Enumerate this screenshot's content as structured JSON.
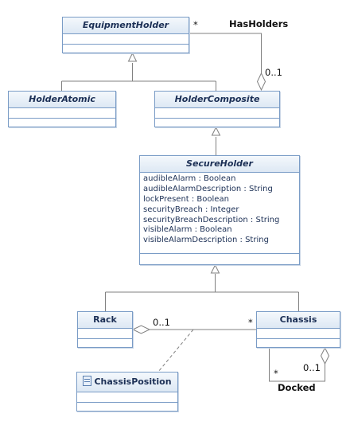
{
  "classes": {
    "equipment_holder": {
      "name": "EquipmentHolder"
    },
    "holder_atomic": {
      "name": "HolderAtomic"
    },
    "holder_composite": {
      "name": "HolderComposite"
    },
    "secure_holder": {
      "name": "SecureHolder",
      "attributes": [
        "audibleAlarm : Boolean",
        "audibleAlarmDescription : String",
        "lockPresent : Boolean",
        "securityBreach : Integer",
        "securityBreachDescription : String",
        "visibleAlarm : Boolean",
        "visibleAlarmDescription : String"
      ]
    },
    "rack": {
      "name": "Rack"
    },
    "chassis": {
      "name": "Chassis"
    },
    "chassis_position": {
      "name": "ChassisPosition"
    }
  },
  "associations": {
    "has_holders": {
      "name": "HasHolders",
      "source_mult": "*",
      "target_mult": "0..1"
    },
    "rack_chassis": {
      "rack_mult": "0..1",
      "chassis_mult": "*"
    },
    "docked": {
      "name": "Docked",
      "source_mult": "*",
      "target_mult": "0..1"
    }
  },
  "colors": {
    "class_border": "#7a9cc6",
    "class_header_top": "#f4f8fc",
    "class_header_bottom": "#dde8f4",
    "class_text": "#1b2f55",
    "connector": "#808080"
  }
}
